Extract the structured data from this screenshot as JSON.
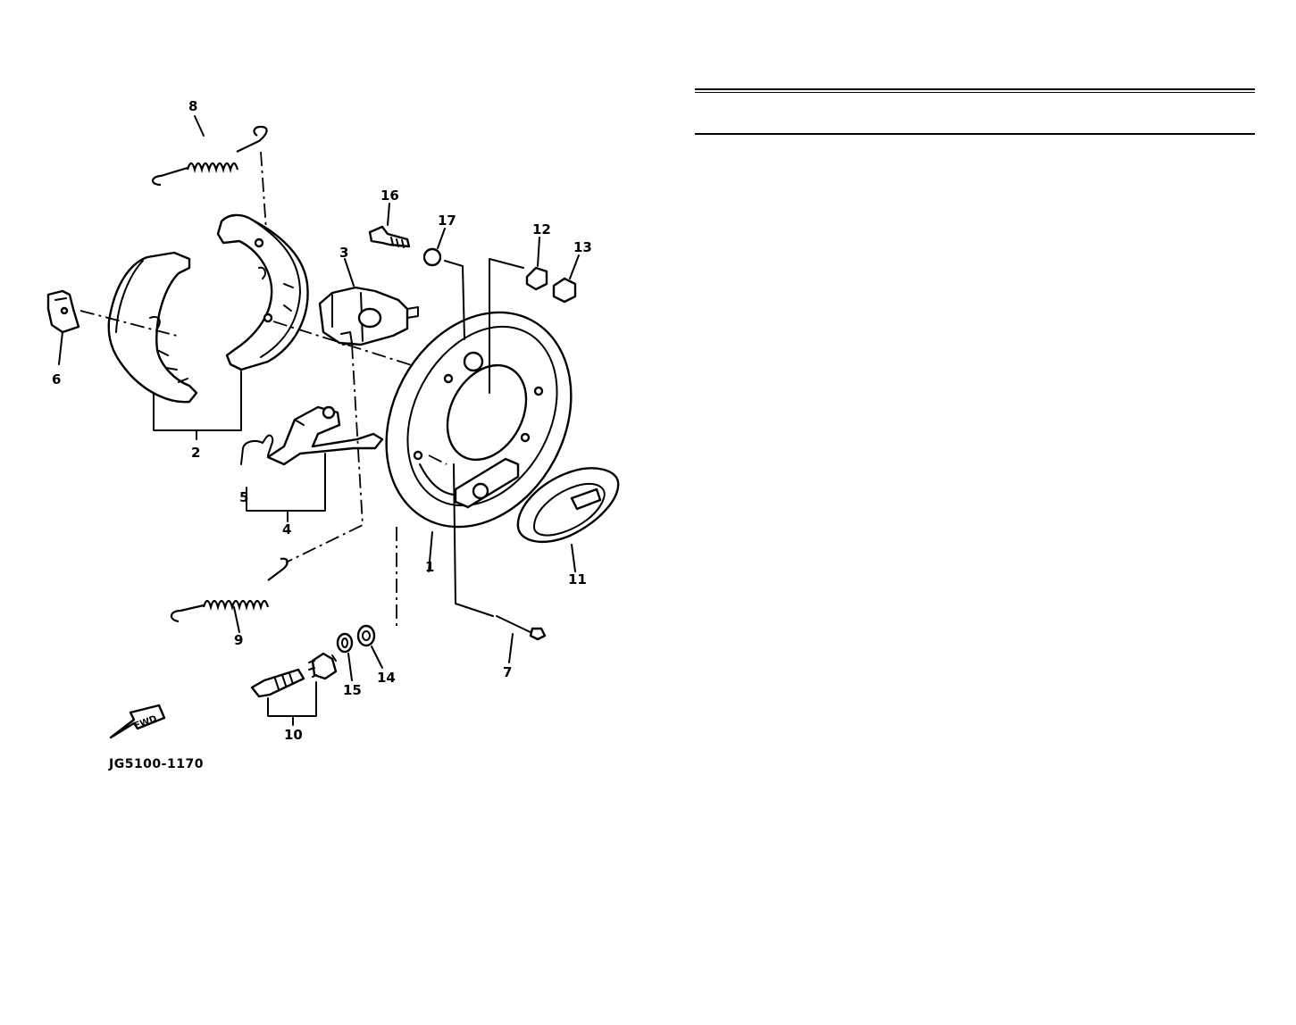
{
  "diagram": {
    "code": "JG5100-1170",
    "fwd": "FWD",
    "labels": [
      "1",
      "2",
      "3",
      "4",
      "5",
      "6",
      "7",
      "8",
      "9",
      "10",
      "11",
      "12",
      "13",
      "14",
      "15",
      "16",
      "17"
    ]
  }
}
